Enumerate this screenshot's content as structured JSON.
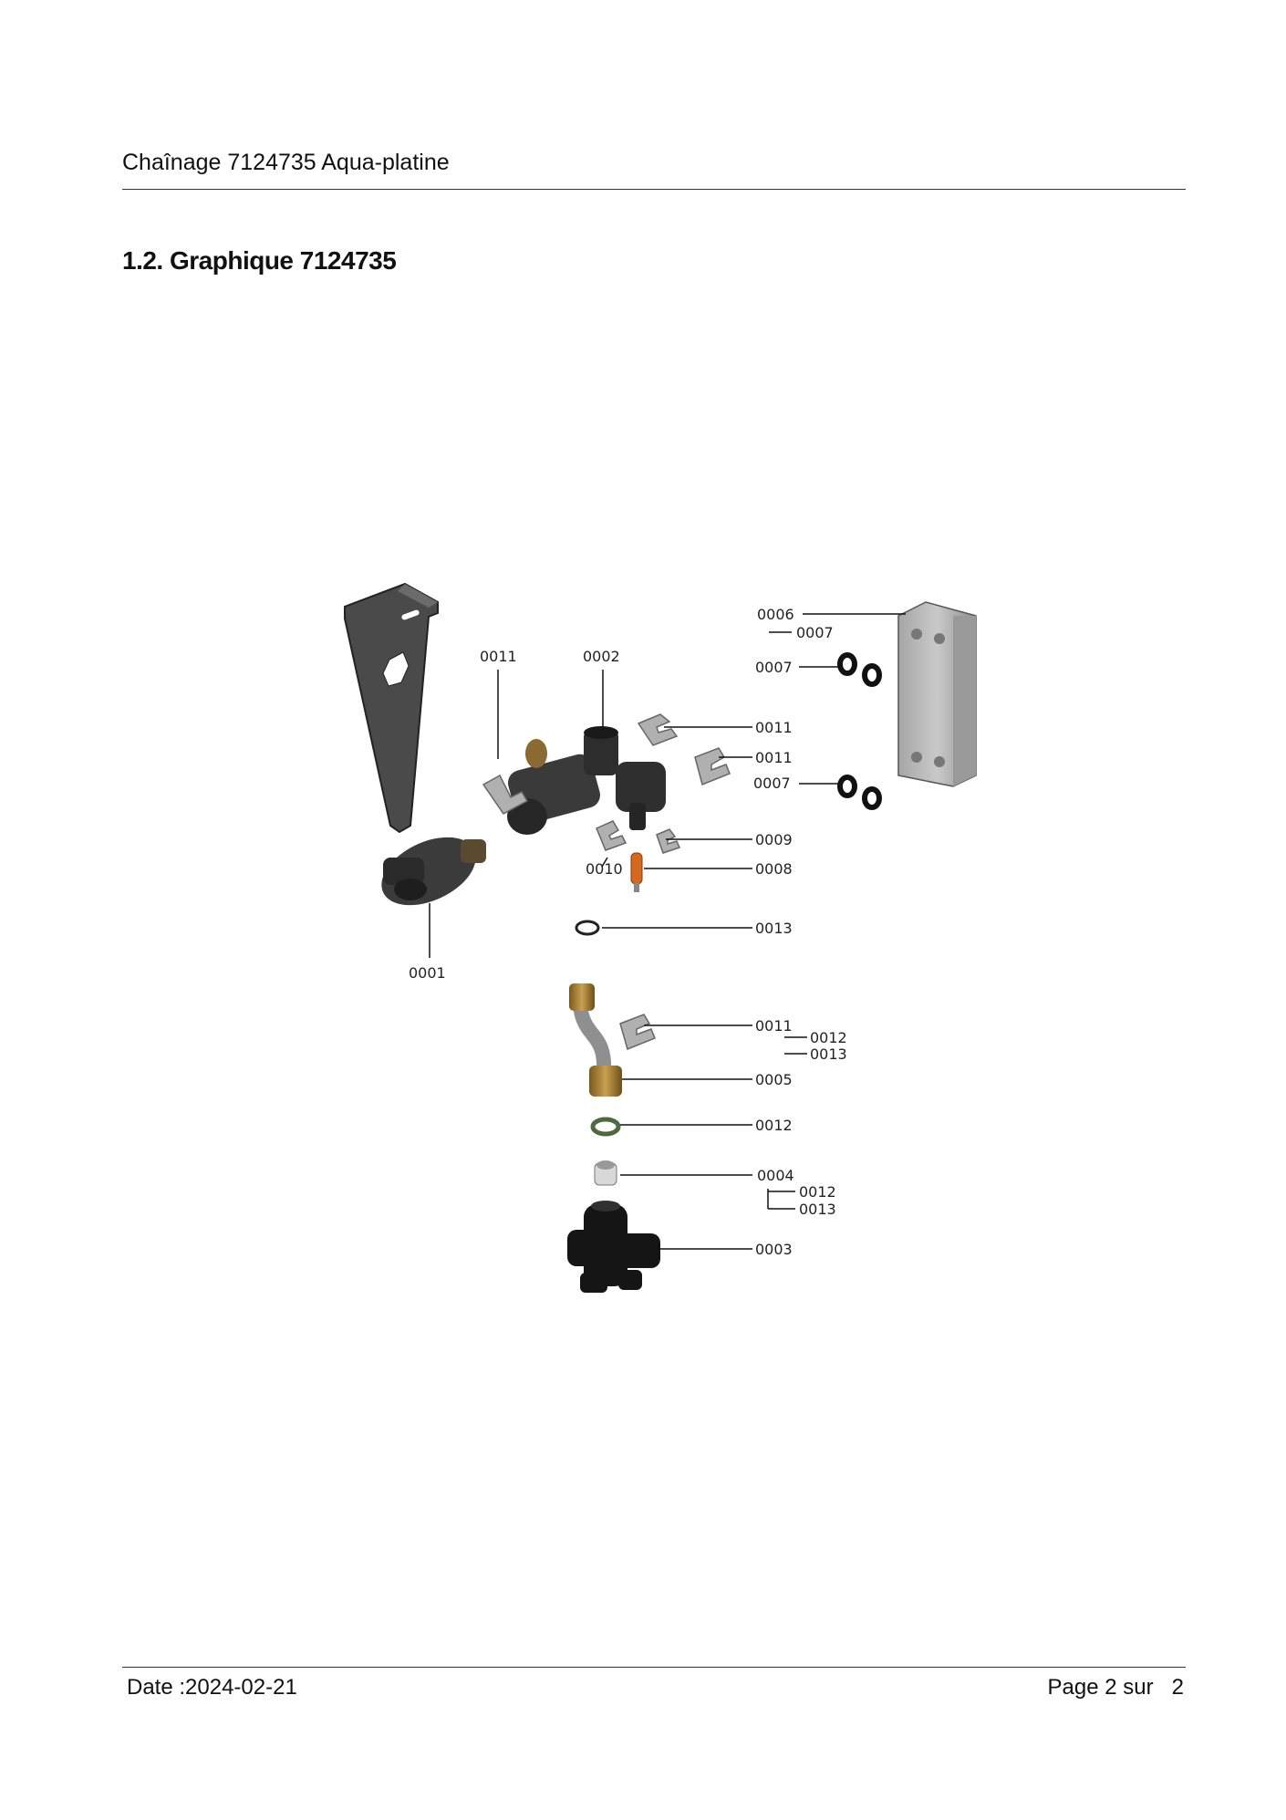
{
  "header": {
    "title": "Chaînage 7124735 Aqua-platine"
  },
  "section": {
    "title": "1.2. Graphique 7124735"
  },
  "callouts": {
    "c0001": "0001",
    "c0002": "0002",
    "c0003": "0003",
    "c0004": "0004",
    "c0005": "0005",
    "c0006": "0006",
    "c0007a": "0007",
    "c0007b": "0007",
    "c0007c": "0007",
    "c0008": "0008",
    "c0009": "0009",
    "c0010": "0010",
    "c0011a": "0011",
    "c0011b": "0011",
    "c0011c": "0011",
    "c0011d": "0011",
    "c0012a": "0012",
    "c0012b": "0012",
    "c0012c": "0012",
    "c0013a": "0013",
    "c0013b": "0013",
    "c0013c": "0013"
  },
  "footer": {
    "date": "Date :2024-02-21",
    "page_label": "Page 2 sur",
    "page_total": "2"
  }
}
